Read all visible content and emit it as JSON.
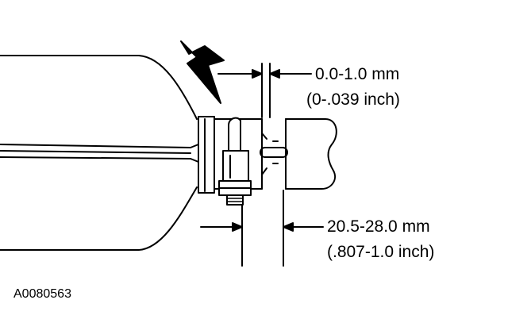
{
  "figure_id": "A0080563",
  "dimensions": {
    "clearance_mm": "0.0-1.0 mm",
    "clearance_inch": "(0-.039 inch)",
    "insertion_mm": "20.5-28.0 mm",
    "insertion_inch": "(.807-1.0 inch)"
  },
  "colors": {
    "ink": "#000000",
    "paper": "#ffffff"
  },
  "icons": {
    "pointer": "heavy-arrow-icon"
  }
}
